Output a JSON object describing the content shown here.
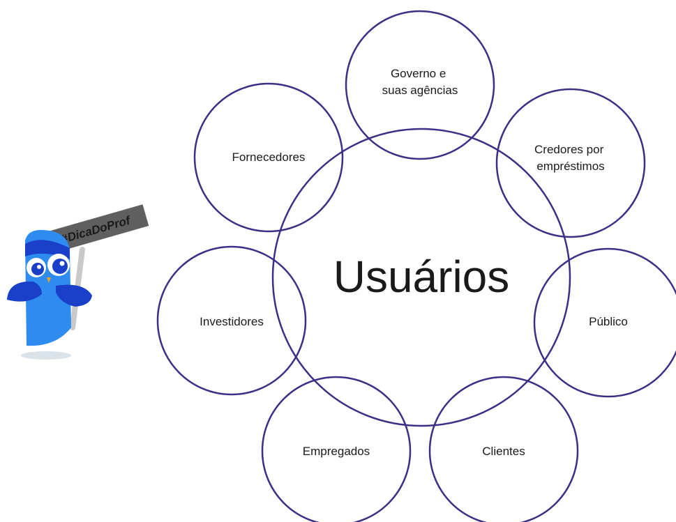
{
  "diagram": {
    "center": {
      "label": "Usuários"
    },
    "satellites": [
      {
        "lines": [
          "Governo e",
          "suas agências"
        ]
      },
      {
        "lines": [
          "Credores por",
          "empréstimos"
        ]
      },
      {
        "lines": [
          "Público"
        ]
      },
      {
        "lines": [
          "Clientes"
        ]
      },
      {
        "lines": [
          "Empregados"
        ]
      },
      {
        "lines": [
          "Investidores"
        ]
      },
      {
        "lines": [
          "Fornecedores"
        ]
      }
    ],
    "colors": {
      "stroke": "#3b2f86",
      "text": "#1a1a1a"
    }
  },
  "mascot": {
    "sign_text": "#DicaDoProf",
    "colors": {
      "body": "#2e8cf0",
      "dark": "#1a3fc8",
      "sign": "#5f5f5f",
      "pole": "#c9c9c9",
      "shadow": "#dbe3ea"
    }
  }
}
